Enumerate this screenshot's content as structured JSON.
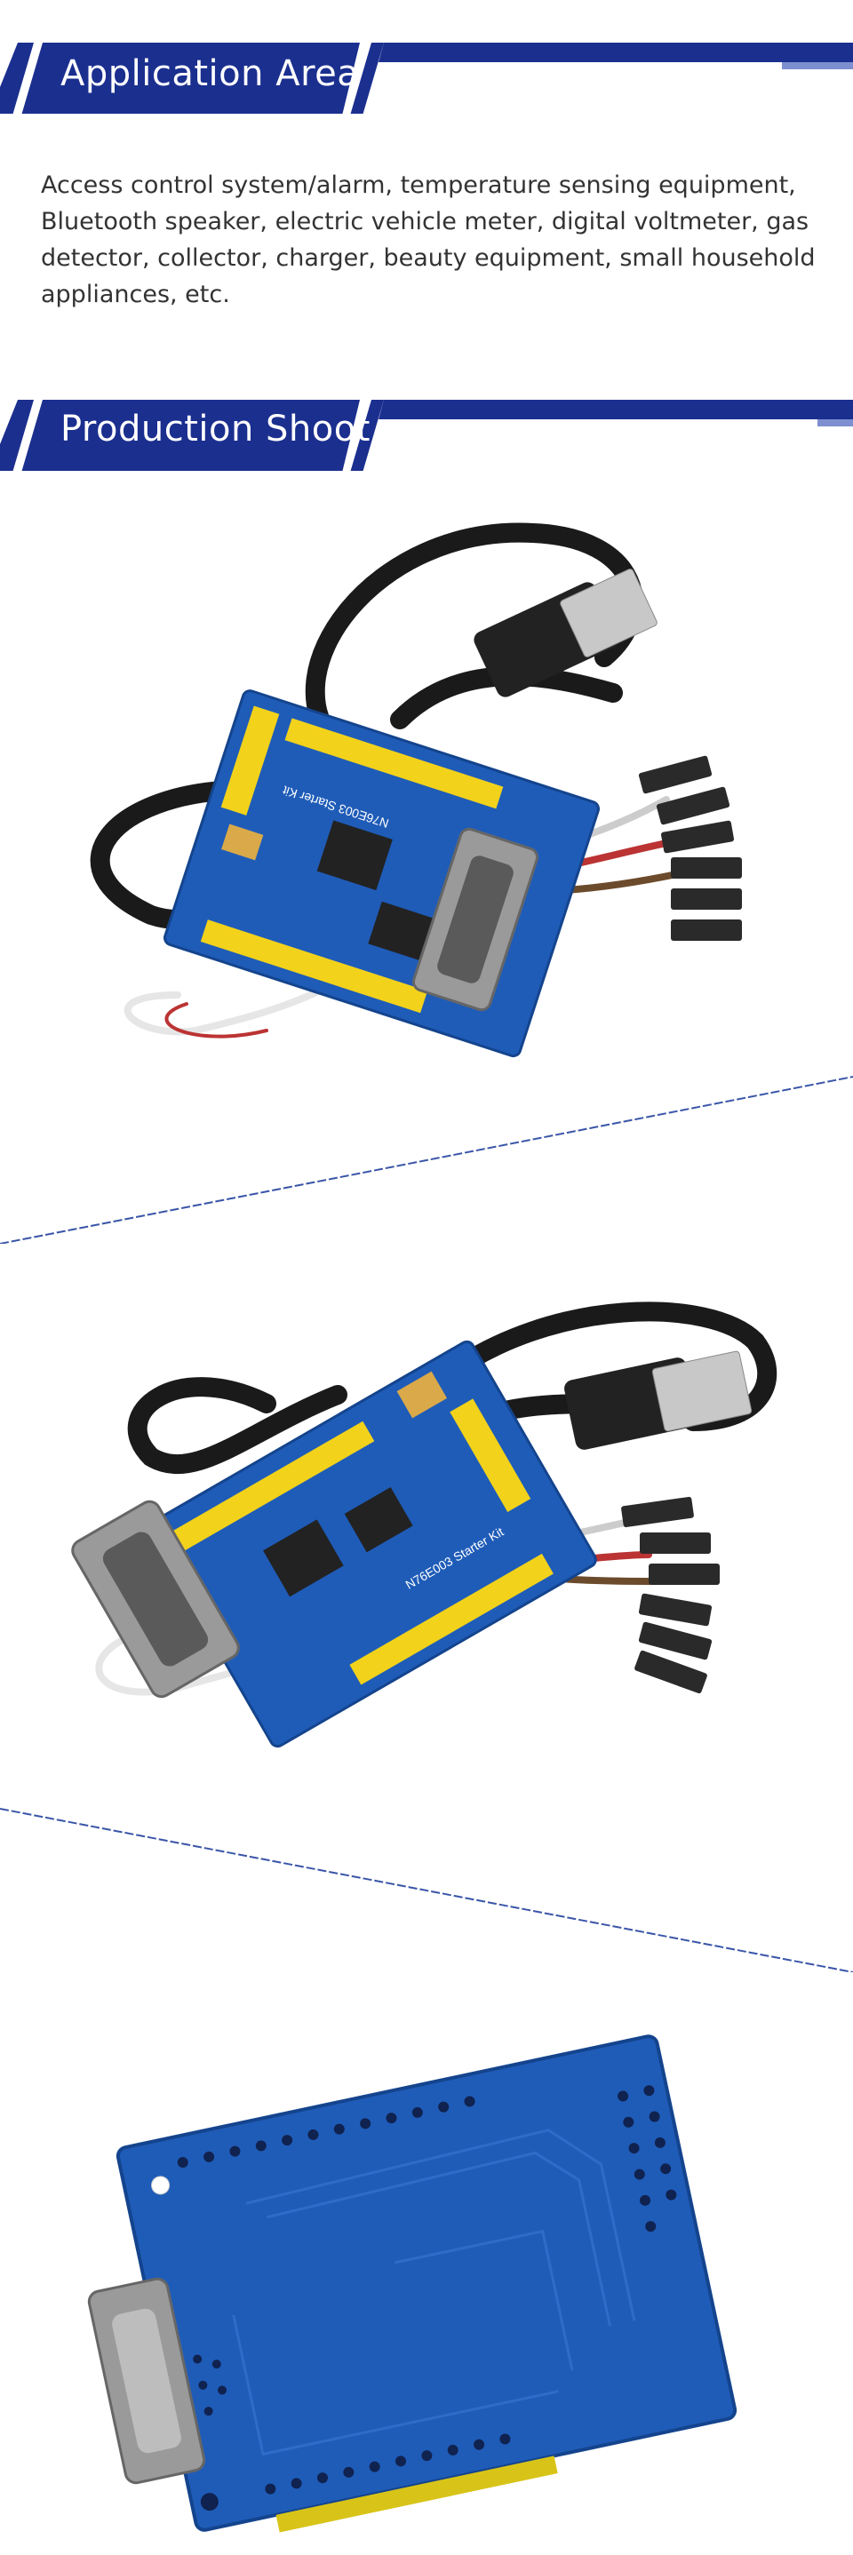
{
  "sections": {
    "application": {
      "title": "Application Area",
      "text": "Access control system/alarm, temperature sensing equipment, Bluetooth speaker, electric vehicle meter, digital voltmeter, gas detector, collector, charger, beauty equipment, small household appliances, etc."
    },
    "production": {
      "title": "Production Shoot"
    }
  },
  "colors": {
    "header_blue": "#1b2f8f",
    "divider_blue": "#3a55a8",
    "pcb_blue": "#1f5cb8",
    "header_yellow": "#f2d21b",
    "cable_black": "#1a1a1a"
  },
  "photos": [
    {
      "name": "top-front-view",
      "board_label": "N76E003 Starter Kit"
    },
    {
      "name": "top-rotated-view",
      "board_label": "N76E003 Starter Kit"
    },
    {
      "name": "bottom-view"
    }
  ]
}
